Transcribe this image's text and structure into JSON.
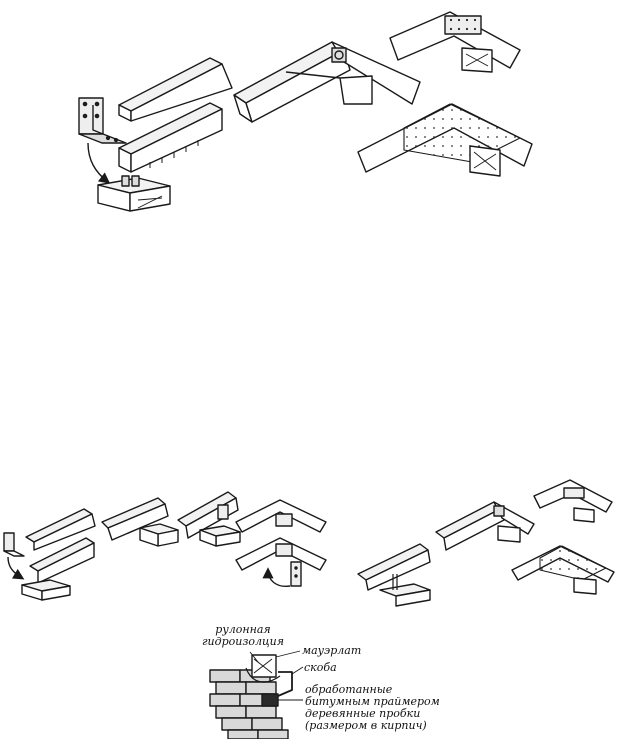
{
  "labels": {
    "roll_waterproofing_line1": "рулонная",
    "roll_waterproofing_line2": "гидроизолция",
    "mauerlat": "мауэрлат",
    "staple": "скоба",
    "plugs_line1": "обработанные",
    "plugs_line2": "битумным праймером",
    "plugs_line3": "деревянные пробки",
    "plugs_line4": "(размером в кирпич)"
  },
  "colors": {
    "ink": "#1a1a1a",
    "timber_face": "#ffffff",
    "timber_top": "#f2f2f2",
    "brick": "#d9d9d9",
    "plug": "#2a2a2a",
    "plate": "#e6e6e6"
  }
}
